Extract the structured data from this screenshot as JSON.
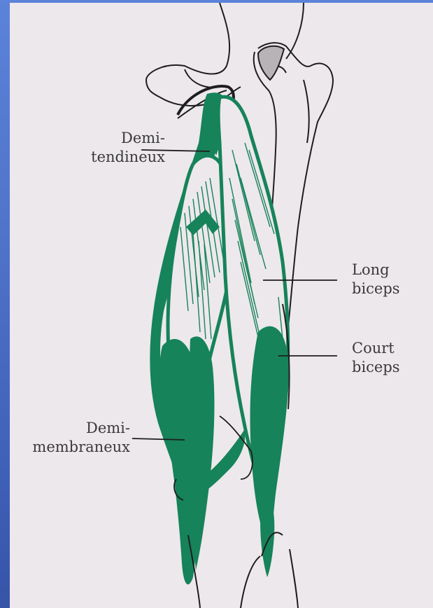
{
  "labels": {
    "demi_tendineux": {
      "line1": "Demi-",
      "line2": "tendineux"
    },
    "long_biceps": {
      "line1": "Long",
      "line2": "biceps"
    },
    "court_biceps": {
      "line1": "Court",
      "line2": "biceps"
    },
    "demi_membraneux": {
      "line1": "Demi-",
      "line2": "membraneux"
    }
  },
  "colors": {
    "background_blue": "#4f73c9",
    "illustration_bg": "#ede8ec",
    "muscle_green": "#16835a",
    "outline": "#1e1e1e"
  }
}
